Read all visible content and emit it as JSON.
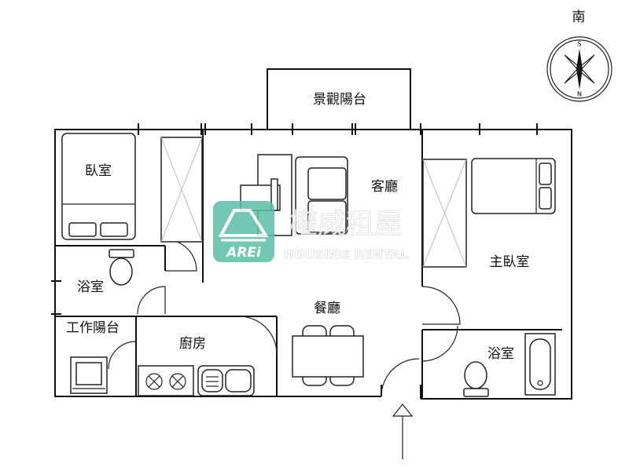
{
  "compass": {
    "direction_label": "南",
    "north": "N",
    "south": "S"
  },
  "rooms": {
    "bedroom": "臥室",
    "bathroom_left": "浴室",
    "work_balcony": "工作陽台",
    "kitchen": "廚房",
    "dining": "餐廳",
    "living": "客廳",
    "master_bedroom": "主臥室",
    "bathroom_right": "浴室",
    "view_balcony": "景觀陽台"
  },
  "watermark": {
    "logo_text": "AREi",
    "title": "權威租屋",
    "subtitle": "HOUSING RENTAL",
    "color": "#5bbfa8"
  }
}
